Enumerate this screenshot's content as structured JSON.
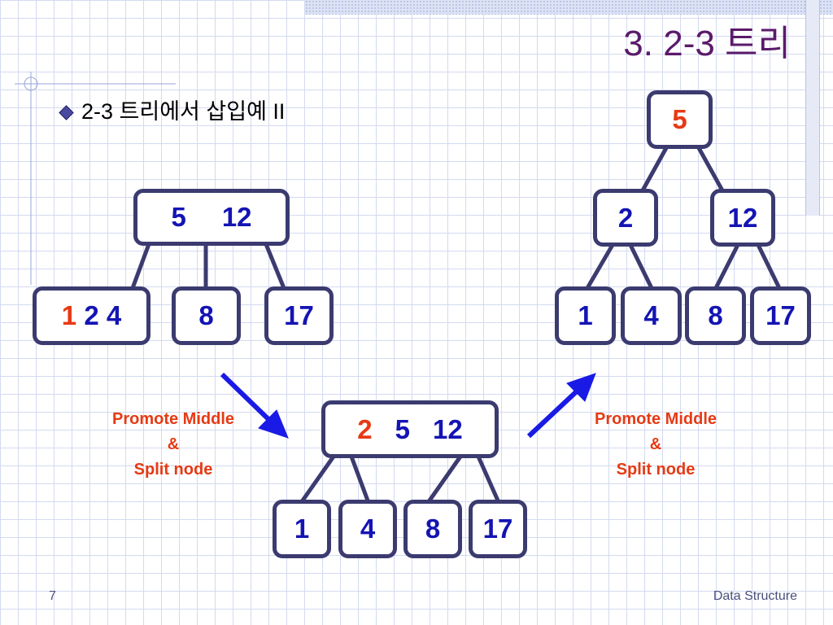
{
  "slide": {
    "title": "3. 2-3 트리",
    "subtitle": "2-3 트리에서 삽입예  II",
    "page_number": "7",
    "footer_text": "Data Structure"
  },
  "labels": {
    "left": {
      "line1": "Promote Middle",
      "line2": "&",
      "line3": "Split node"
    },
    "right": {
      "line1": "Promote Middle",
      "line2": "&",
      "line3": "Split node"
    }
  },
  "trees": {
    "left": {
      "root": {
        "k1": "5",
        "k2": "12"
      },
      "leaves": {
        "a_hl": "1",
        "a_rest": " 2 4",
        "b": "8",
        "c": "17"
      }
    },
    "middle": {
      "root": {
        "k1": "2",
        "k2": "5",
        "k3": "12"
      },
      "leaves": {
        "a": "1",
        "b": "4",
        "c": "8",
        "d": "17"
      }
    },
    "right": {
      "root": {
        "k1": "5"
      },
      "internal": {
        "left": "2",
        "right": "12"
      },
      "leaves": {
        "a": "1",
        "b": "4",
        "c": "8",
        "d": "17"
      }
    }
  },
  "colors": {
    "node_border": "#3b3b70",
    "key_text": "#1414b4",
    "highlight": "#e63a14",
    "arrow": "#1a1ae6",
    "edge": "#3b3b70"
  }
}
